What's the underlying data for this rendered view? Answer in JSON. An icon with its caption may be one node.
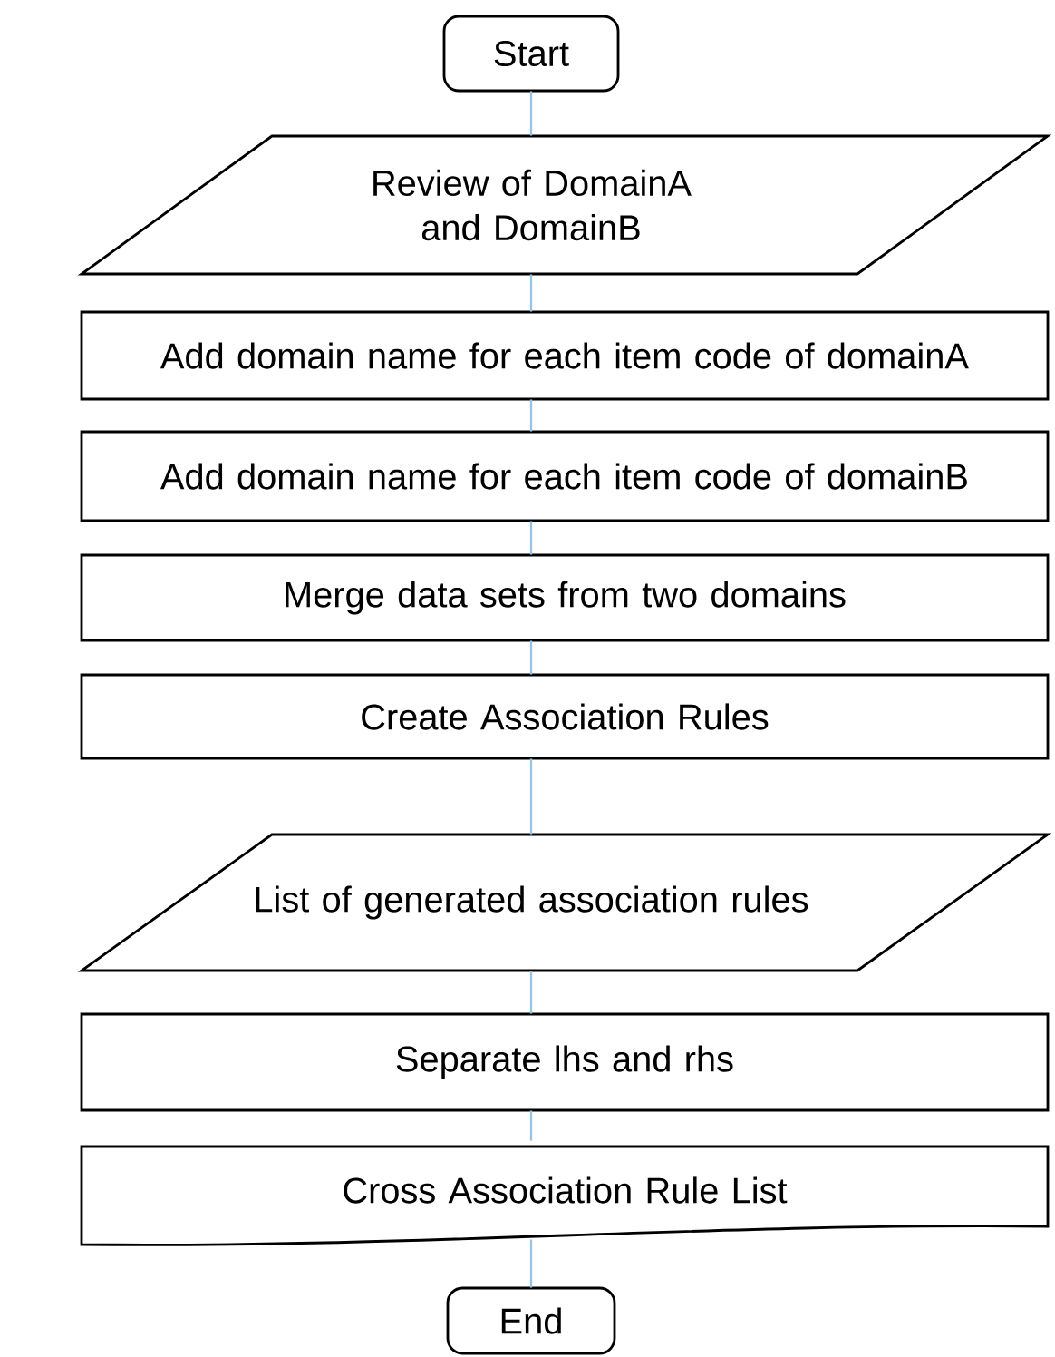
{
  "diagram": {
    "nodes": [
      {
        "text": [
          "Start"
        ]
      },
      {
        "text": [
          "Review of DomainA and DomainB"
        ]
      },
      {
        "text": [
          "Add domain name for each item code of domainA"
        ]
      },
      {
        "text": [
          "Add domain name for each item code of domainB"
        ]
      },
      {
        "text": [
          "Merge data sets from two domains"
        ]
      },
      {
        "text": [
          "Create Association Rules"
        ]
      },
      {
        "text": [
          "List of generated association rules"
        ]
      },
      {
        "text": [
          "Separate lhs and rhs"
        ]
      },
      {
        "text": [
          "Cross Association Rule List"
        ]
      },
      {
        "text": [
          "End"
        ]
      }
    ],
    "edges": [
      {
        "from": 0,
        "to": 1,
        "arrow": "none"
      },
      {
        "from": 1,
        "to": 2,
        "arrow": "none"
      },
      {
        "from": 2,
        "to": 3,
        "arrow": "none"
      },
      {
        "from": 3,
        "to": 4,
        "arrow": "none"
      },
      {
        "from": 4,
        "to": 5,
        "arrow": "none"
      },
      {
        "from": 5,
        "to": 6,
        "arrow": "none"
      },
      {
        "from": 6,
        "to": 7,
        "arrow": "none"
      },
      {
        "from": 7,
        "to": 8,
        "arrow": "none"
      },
      {
        "from": 8,
        "to": 9,
        "arrow": "none"
      }
    ]
  }
}
